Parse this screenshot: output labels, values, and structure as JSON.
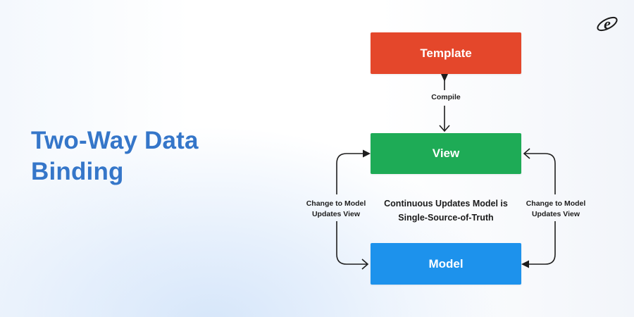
{
  "title": {
    "line1": "Two-Way Data",
    "line2": "Binding"
  },
  "logo": {
    "letter": "e"
  },
  "diagram": {
    "template_label": "Template",
    "view_label": "View",
    "model_label": "Model",
    "compile_label": "Compile",
    "left_arrow_label": [
      "Change to Model",
      "Updates View"
    ],
    "right_arrow_label": [
      "Change to Model",
      "Updates View"
    ],
    "center_label": [
      "Continuous Updates Model is",
      "Single-Source-of-Truth"
    ]
  },
  "colors": {
    "title": "#3576c9",
    "template": "#e4472b",
    "view": "#1eab56",
    "model": "#1d92ec",
    "line": "#1e1e1e"
  }
}
